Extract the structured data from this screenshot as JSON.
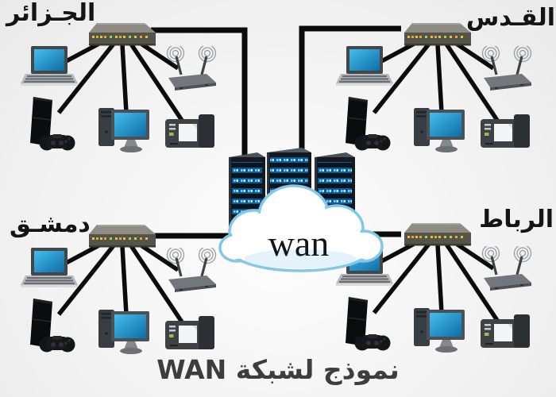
{
  "diagram_title": "نموذج لشبكة WAN",
  "cloud": {
    "label": "wan",
    "icon": "wan-cloud-icon",
    "servers_icon": "server-racks-icon"
  },
  "networks": [
    {
      "id": "algiers",
      "label": "الجـزائر",
      "position": "top-left",
      "hub_icon": "network-switch-icon",
      "device_icons": [
        "laptop-icon",
        "wireless-router-icon",
        "game-console-icon",
        "desktop-computer-icon",
        "printer-icon"
      ],
      "uplink": "wan-cloud"
    },
    {
      "id": "alquds",
      "label": "القـدس",
      "position": "top-right",
      "hub_icon": "network-switch-icon",
      "device_icons": [
        "laptop-icon",
        "wireless-router-icon",
        "game-console-icon",
        "desktop-computer-icon",
        "printer-icon"
      ],
      "uplink": "wan-cloud"
    },
    {
      "id": "damascus",
      "label": "دمشـق",
      "position": "bottom-left",
      "hub_icon": "network-switch-icon",
      "device_icons": [
        "laptop-icon",
        "wireless-router-icon",
        "game-console-icon",
        "desktop-computer-icon",
        "printer-icon"
      ],
      "uplink": "wan-cloud"
    },
    {
      "id": "rabat",
      "label": "الرباط",
      "position": "bottom-right",
      "hub_icon": "network-switch-icon",
      "device_icons": [
        "laptop-icon",
        "wireless-router-icon",
        "game-console-icon",
        "desktop-computer-icon",
        "printer-icon"
      ],
      "uplink": "wan-cloud"
    }
  ],
  "colors": {
    "connection_line": "#0b0b0b",
    "screen_blue": "#2fa9e0",
    "led_yellow": "#e5c23c",
    "cloud_edge": "#85c7e8",
    "server_led_blue": "#66cdf2",
    "background": "#f0f0f0",
    "caption_text": "#3d3d3d",
    "label_text": "#141414"
  }
}
